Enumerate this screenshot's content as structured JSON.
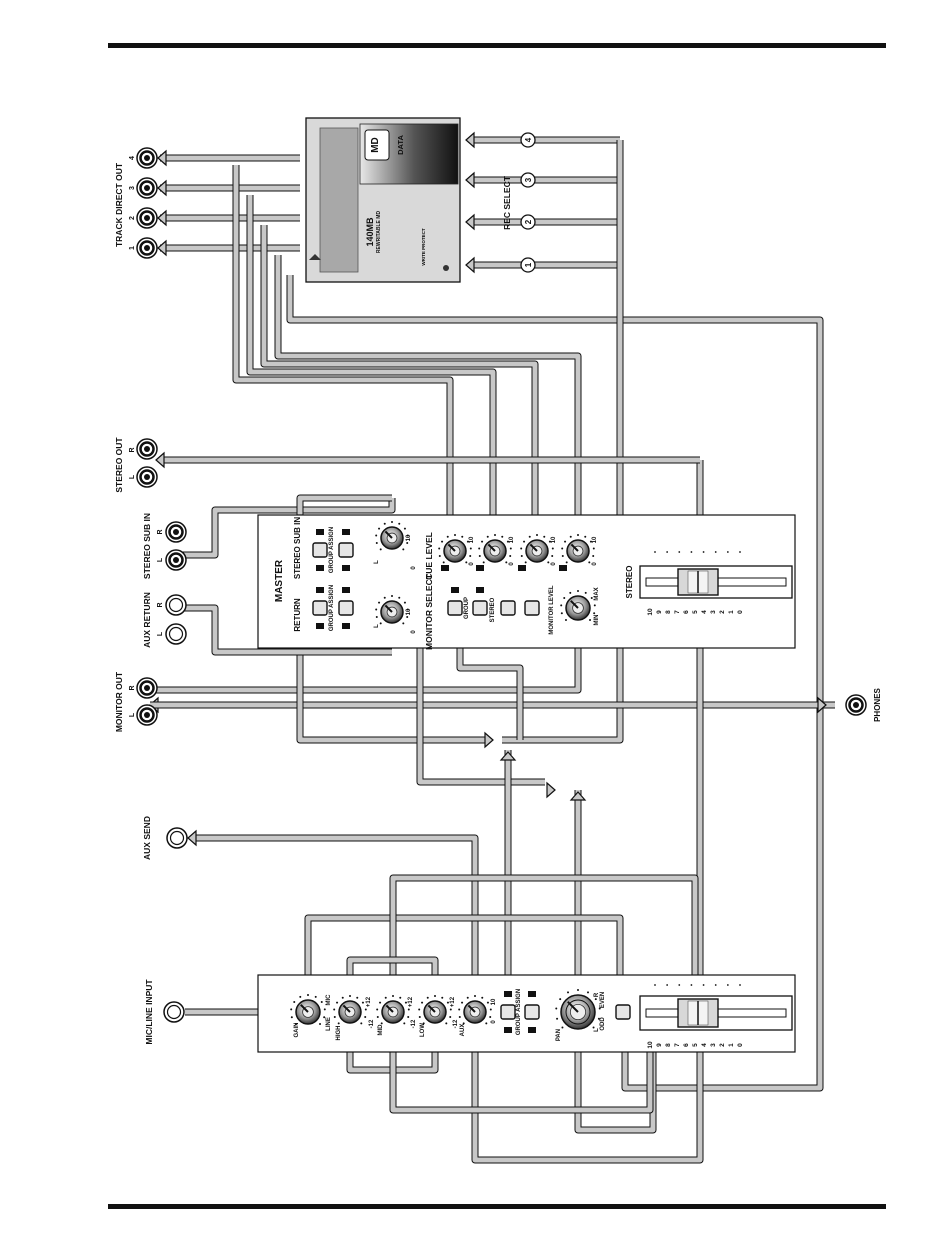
{
  "connectors": {
    "track_direct_out": "TRACK DIRECT OUT",
    "track_numbers": [
      "4",
      "3",
      "2",
      "1"
    ],
    "stereo_out": "STEREO OUT",
    "stereo_sub_in": "STEREO SUB IN",
    "aux_return": "AUX RETURN",
    "monitor_out": "MONITOR OUT",
    "aux_send": "AUX SEND",
    "mic_line_input": "MIC/LINE INPUT",
    "phones": "PHONES",
    "right": "R",
    "left": "L"
  },
  "rec_select": {
    "label": "REC SELECT",
    "numbers": [
      "4",
      "3",
      "2",
      "1"
    ]
  },
  "disk": {
    "capacity": "140MB",
    "type_text": "REWRITABLE MD",
    "logo_top": "MD",
    "logo_bottom": "DATA",
    "protect_text": "WRITE PROTECT"
  },
  "master": {
    "title": "MASTER",
    "stereo_sub_in": "STEREO SUB IN",
    "return": "RETURN",
    "group_assign": "GROUP ASSIGN",
    "cue_level": "CUE LEVEL",
    "monitor_select": "MONITOR SELECT",
    "group": "GROUP",
    "stereo_btn": "STEREO",
    "monitor_level": "MONITOR LEVEL",
    "min": "MIN",
    "max": "MAX",
    "stereo_fader": "STEREO",
    "zero": "0",
    "ten": "10",
    "l": "L",
    "r": "R"
  },
  "channel": {
    "gain": "GAIN",
    "mic": "MIC",
    "line": "LINE",
    "high": "HIGH",
    "mid": "MID",
    "low": "LOW",
    "aux": "AUX",
    "minus12": "-12",
    "plus12": "+12",
    "zero": "0",
    "ten": "10",
    "group_assign": "GROUP ASSIGN",
    "pan": "PAN",
    "odd": "ODD",
    "even": "EVEN",
    "l": "L",
    "r": "R"
  },
  "fader_scale": [
    "10",
    "9",
    "8",
    "7",
    "6",
    "5",
    "4",
    "3",
    "2",
    "1",
    "0"
  ],
  "colors": {
    "line": "#111111",
    "signal_path": "#c8c8c8",
    "panel": "#ffffff",
    "disk_body": "#d9d9d9",
    "disk_dark": "#222222"
  }
}
